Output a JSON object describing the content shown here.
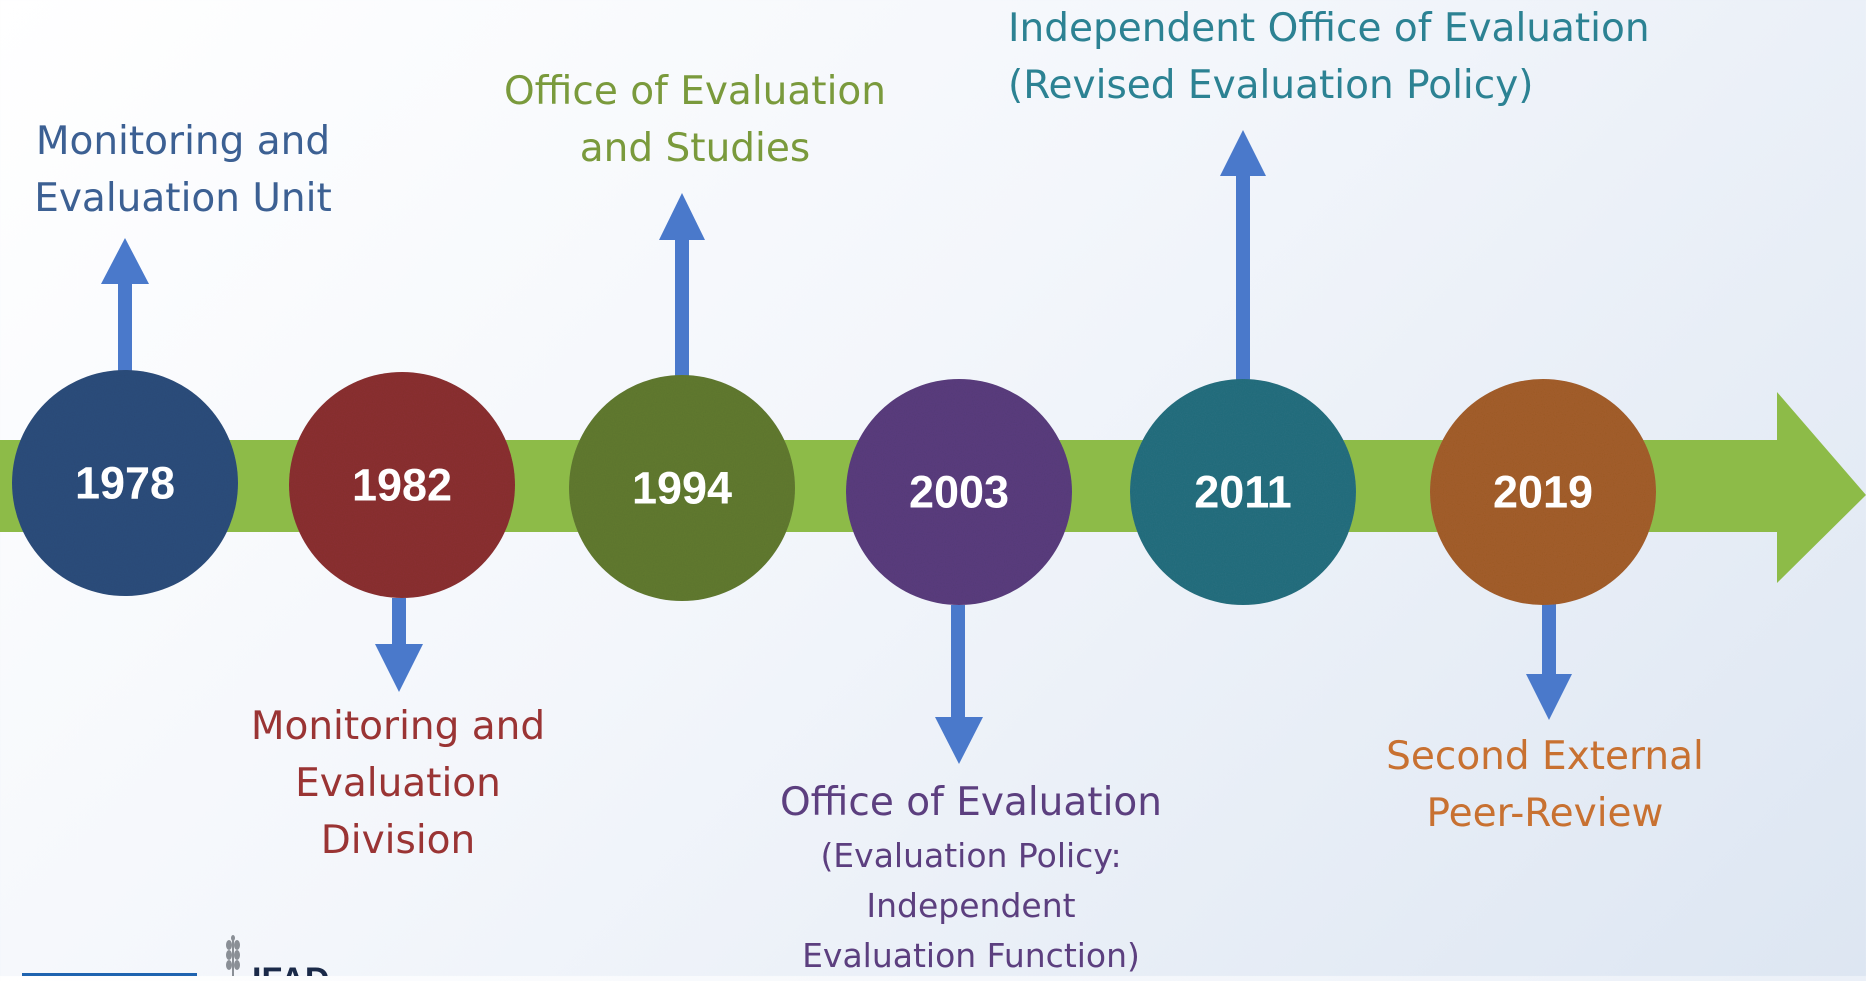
{
  "colors": {
    "timeline_bar": "#8dbb48",
    "connector_arrow": "#4a79cb",
    "year_text": "#ffffff"
  },
  "events": [
    {
      "year": "1978",
      "circle_color": "#2c4d7c",
      "label_color": "#3c6093",
      "direction": "up",
      "label_lines": [
        "Monitoring and",
        "Evaluation Unit"
      ]
    },
    {
      "year": "1982",
      "circle_color": "#8b2f31",
      "label_color": "#9a3434",
      "direction": "down",
      "label_lines": [
        "Monitoring and",
        "Evaluation",
        "Division"
      ]
    },
    {
      "year": "1994",
      "circle_color": "#617a2f",
      "label_color": "#7a9a3c",
      "direction": "up",
      "label_lines": [
        "Office of Evaluation",
        "and Studies"
      ]
    },
    {
      "year": "2003",
      "circle_color": "#5a3c7e",
      "label_color": "#5c3f7f",
      "direction": "down",
      "label_lines": [
        "Office of Evaluation"
      ],
      "sub_lines": [
        "(Evaluation Policy:",
        "Independent",
        "Evaluation Function)"
      ]
    },
    {
      "year": "2011",
      "circle_color": "#256f7f",
      "label_color": "#2c8293",
      "direction": "up",
      "label_lines": [
        "Independent Office of Evaluation",
        "(Revised Evaluation Policy)"
      ]
    },
    {
      "year": "2019",
      "circle_color": "#a45e2a",
      "label_color": "#c87131",
      "direction": "down",
      "label_lines": [
        "Second External",
        "Peer-Review"
      ]
    }
  ],
  "logo": {
    "text": "IFAD",
    "bar_color": "#1f64b0"
  }
}
